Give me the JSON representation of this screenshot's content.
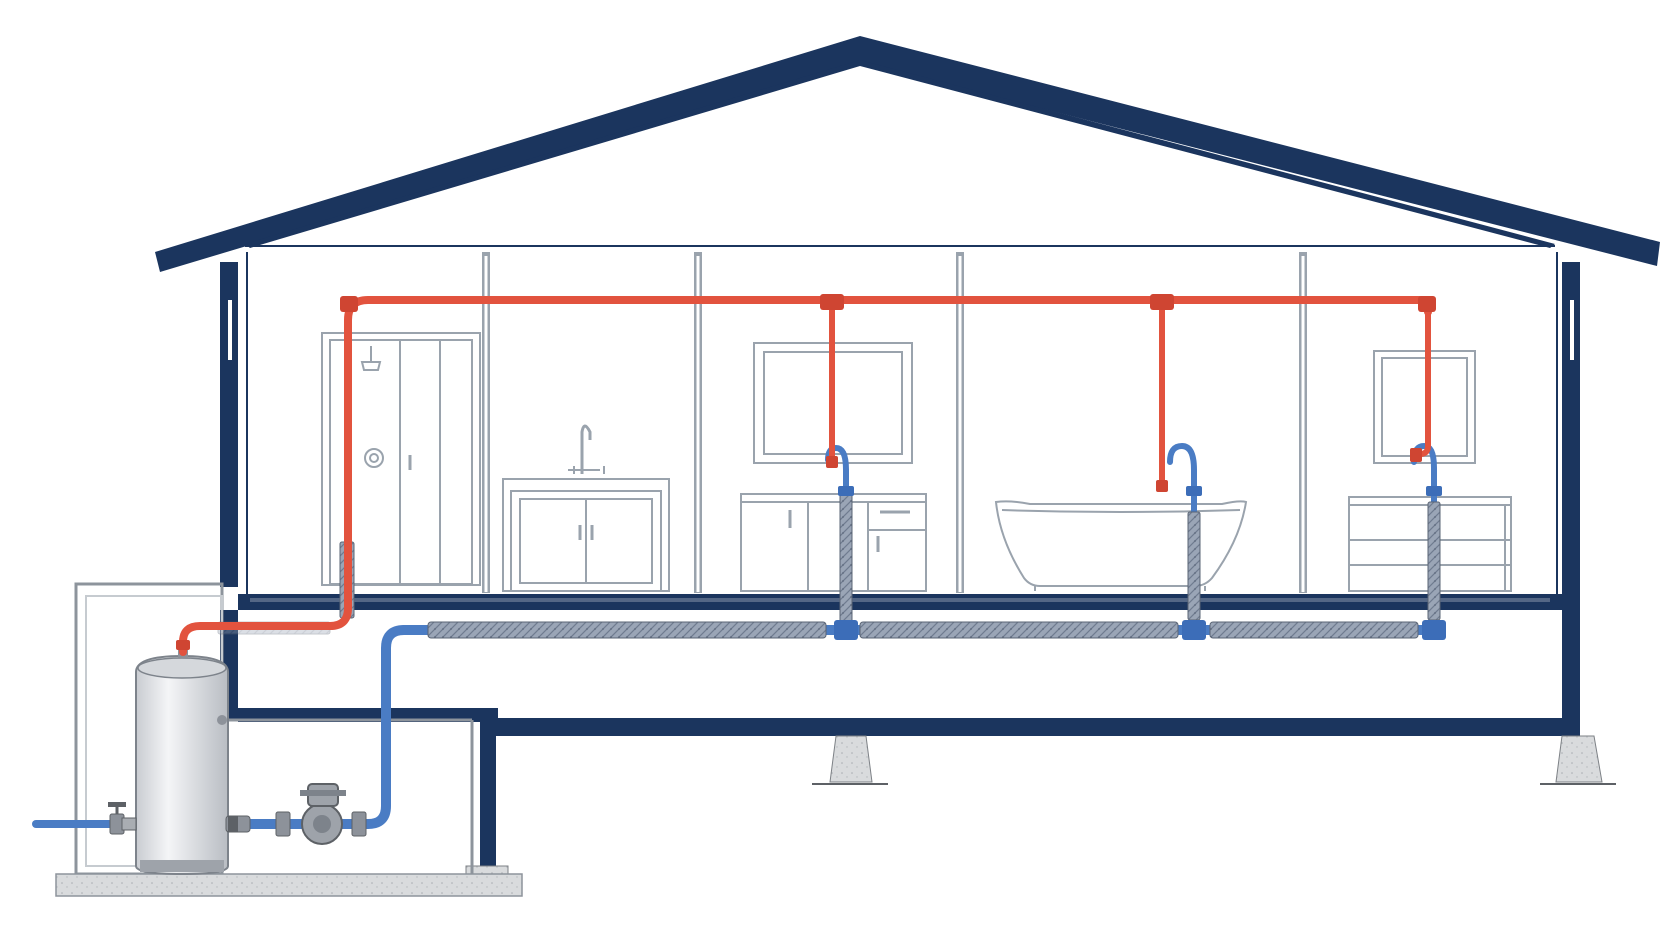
{
  "diagram": {
    "subject": "house-plumbing-cross-section",
    "labels": [],
    "colors": {
      "structure": "#1b355e",
      "hot_water": "#e2533e",
      "cold_water": "#4a7cc4",
      "insulation": "#8a96a8",
      "fixture_line": "#9aa3ad",
      "tank": "#e6e8eb",
      "concrete": "#d6d8da",
      "background": "#ffffff"
    },
    "rooms": [
      {
        "name": "shower",
        "fixture": "shower-enclosure"
      },
      {
        "name": "bath-1",
        "fixture": "vanity-sink"
      },
      {
        "name": "bath-2",
        "fixture": "vanity-with-mirror"
      },
      {
        "name": "bath-3",
        "fixture": "freestanding-bathtub"
      },
      {
        "name": "bath-4",
        "fixture": "vanity-with-mirror"
      }
    ],
    "equipment": [
      "water-heater-tank",
      "circulation-pump",
      "shutoff-valve"
    ]
  }
}
